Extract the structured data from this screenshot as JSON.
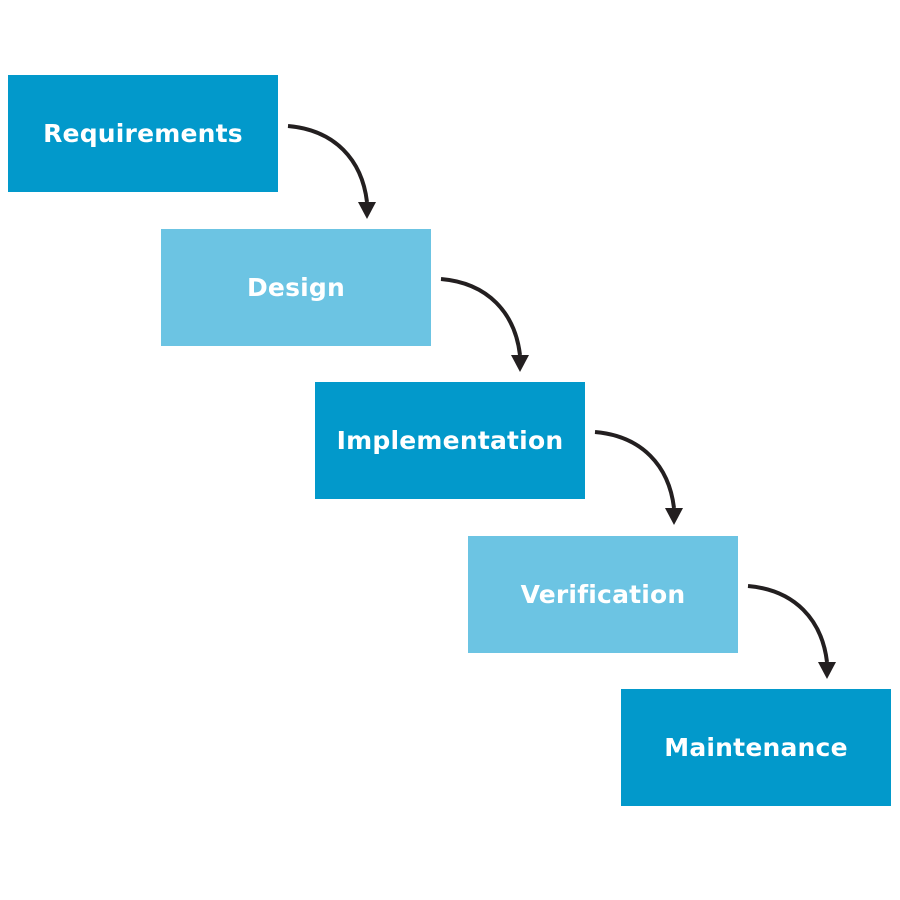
{
  "stages": [
    {
      "label": "Requirements"
    },
    {
      "label": "Design"
    },
    {
      "label": "Implementation"
    },
    {
      "label": "Verification"
    },
    {
      "label": "Maintenance"
    }
  ],
  "colors": {
    "primary_stage": "#0299cb",
    "secondary_stage": "#6cc4e3",
    "arrow": "#231f20",
    "background": "#ffffff"
  }
}
